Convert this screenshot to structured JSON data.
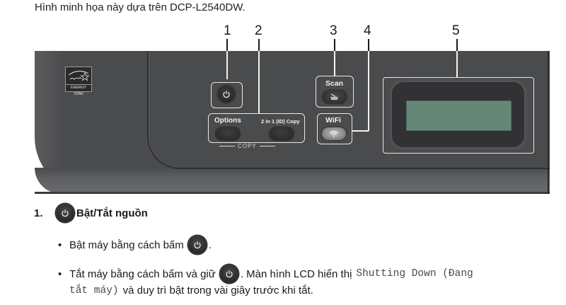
{
  "caption": "Hình minh họa này dựa trên DCP-L2540DW.",
  "callouts": [
    {
      "number": "1",
      "target": "power-button"
    },
    {
      "number": "2",
      "target": "copy-buttons"
    },
    {
      "number": "3",
      "target": "scan-button"
    },
    {
      "number": "4",
      "target": "wifi-button"
    },
    {
      "number": "5",
      "target": "lcd-screen"
    }
  ],
  "panel": {
    "energy_star_label": "ENERGY STAR",
    "energy_star_script": "energy",
    "buttons": {
      "options_label": "Options",
      "id_copy_label": "2 in 1 (ID) Copy",
      "copy_group_label": "COPY",
      "scan_label": "Scan",
      "wifi_label": "WiFi"
    },
    "colors": {
      "panel": "#4b4c4e",
      "lcd_bezel": "#323133",
      "lcd_screen": "#668777",
      "frame": "#e8e8e8"
    }
  },
  "section": {
    "number": "1.",
    "title": "Bật/Tắt nguồn",
    "icon": "power-icon",
    "bullets": [
      {
        "before": "Bật máy bằng cách bấm",
        "after": "."
      },
      {
        "before": "Tắt máy bằng cách bấm và giữ",
        "after": ". Màn hình LCD hiển thị",
        "mono": "Shutting Down (Đang",
        "mono_cont": "tắt máy)",
        "tail": "và duy trì bật trong vài giây trước khi tắt."
      }
    ]
  }
}
